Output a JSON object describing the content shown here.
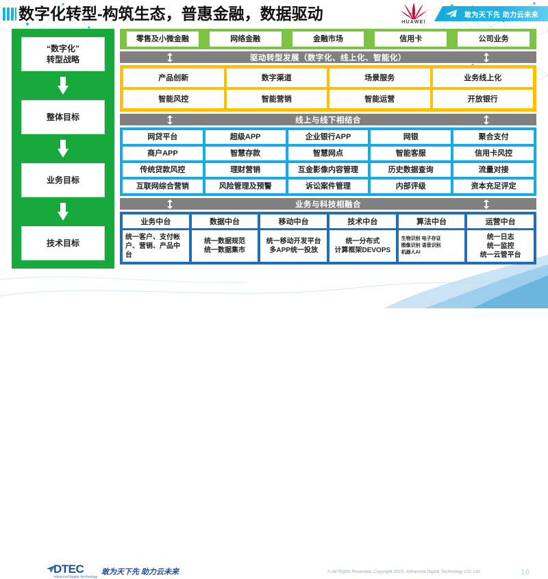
{
  "header": {
    "title": "数字化转型-构筑生态，普惠金融，数据驱动",
    "brand": "HUAWEI",
    "banner_slogan": "敢为天下先 助力云未来",
    "plane_icon": "paper-plane-icon",
    "logo_icon": "huawei-flower-logo"
  },
  "strategy": {
    "items": [
      {
        "label": "“数字化”\n转型战略"
      },
      {
        "label": "整体目标"
      },
      {
        "label": "业务目标"
      },
      {
        "label": "技术目标"
      }
    ]
  },
  "green_band": {
    "cells": [
      "零售及小微金融",
      "网络金融",
      "金融市场",
      "信用卡",
      "公司业务"
    ]
  },
  "connectors": [
    {
      "label": "驱动转型发展（数字化、线上化、智能化）"
    },
    {
      "label": "线上与线下相结合"
    },
    {
      "label": "业务与科技相融合"
    }
  ],
  "orange_band": {
    "rows": [
      [
        "产品创新",
        "数字渠道",
        "场景服务",
        "业务线上化"
      ],
      [
        "智能风控",
        "智能营销",
        "智能运营",
        "开放银行"
      ]
    ]
  },
  "cyan_band": {
    "rows": [
      [
        "网贷平台",
        "超级APP",
        "企业银行APP",
        "网银",
        "聚合支付"
      ],
      [
        "商户APP",
        "智慧存款",
        "智慧网点",
        "智能客服",
        "信用卡风控"
      ],
      [
        "传统贷款风控",
        "理财营销",
        "互金影像内容管理",
        "历史数据查询",
        "流量对接"
      ],
      [
        "互联网综合营销",
        "风险管理及预警",
        "诉讼案件管理",
        "内部评级",
        "资本充足评定"
      ]
    ]
  },
  "navy_band": {
    "columns": [
      {
        "head": "业务中台",
        "body": "统一客户、支付帐户、营销、产品中台"
      },
      {
        "head": "数据中台",
        "body": "统一数据规范\n统一数据集市"
      },
      {
        "head": "移动中台",
        "body": "统一移动开发平台\n多APP统一投放"
      },
      {
        "head": "技术中台",
        "body": "统一分布式\n计算框架DEVOPS"
      },
      {
        "head": "算法中台",
        "body": "生物识别 电子存证\n图像识别 语音识别\n机器人AI"
      },
      {
        "head": "运营中台",
        "body": "统一日志\n统一监控\n统一云管平台"
      }
    ]
  },
  "footer": {
    "logo_name": "DTEC",
    "logo_sub": "Advanced Digital Technology",
    "slogan": "敢为天下先   助力云未来",
    "copyright": "© All Rights Reserved. Copyright 2019, Advanced Digital Technology CO.,Ltd",
    "page_number": "10"
  },
  "colors": {
    "green": "#17a93c",
    "light_green": "#7dc242",
    "orange": "#ffc000",
    "cyan": "#12ade4",
    "navy": "#1f6fb5",
    "gray": "#808080",
    "huawei_red": "#cf0a2c",
    "dtec_blue": "#1b4f9c"
  }
}
